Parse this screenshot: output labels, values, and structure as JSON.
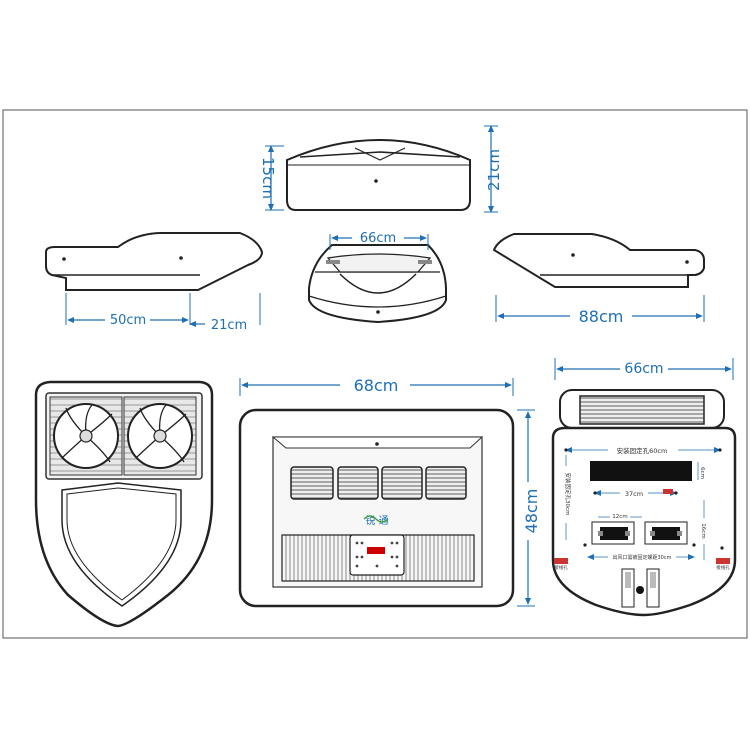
{
  "dimensions": {
    "top_height": "15cm",
    "top_height2": "21cm",
    "front_width": "66cm",
    "left_depth": "50cm",
    "left_rear": "21cm",
    "right_length": "88cm",
    "bottom_width": "68cm",
    "bottom_height": "48cm",
    "mount_width": "66cm"
  },
  "panel": {
    "brand": "锐 通"
  },
  "mount": {
    "hole_label": "安装固定孔60cm",
    "side_label": "安装固定孔30cm",
    "opening_width": "37cm",
    "opening_height": "6cm",
    "vent_width": "12cm",
    "vent_height": "16cm",
    "vent_spacing_label": "出风口需被固定螺距30cm",
    "red_tag_left": "接线孔",
    "red_tag_right": "接线孔"
  },
  "colors": {
    "dimension": "#1e6fb5",
    "line": "#222222",
    "panel_fill": "#f4f4f4",
    "display": "#cc0000",
    "brand": "#1e6fb5"
  }
}
